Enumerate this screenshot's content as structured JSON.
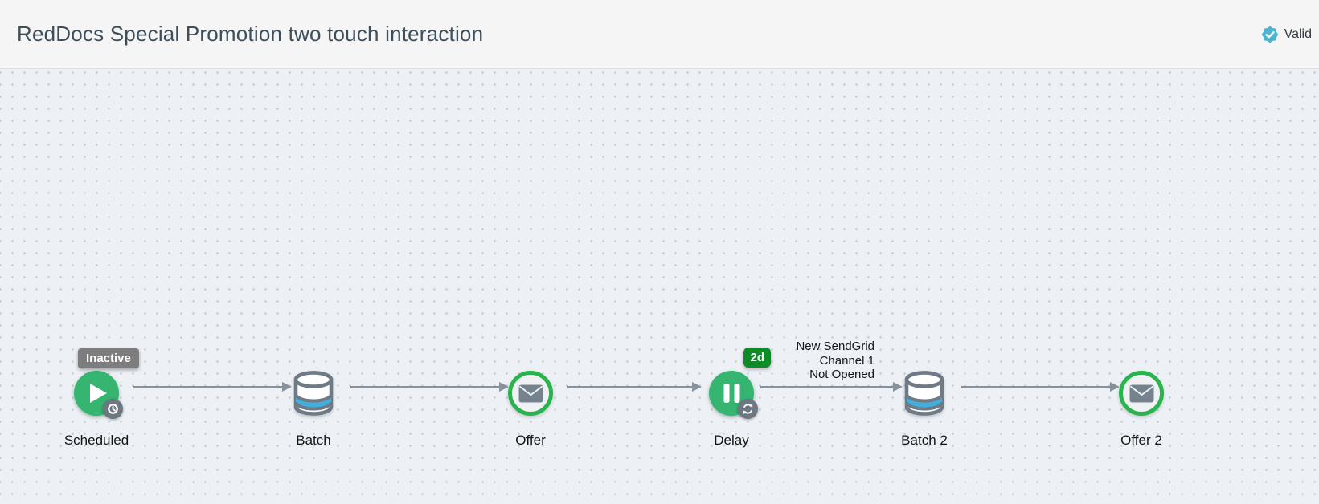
{
  "header": {
    "title": "RedDocs Special Promotion two touch interaction",
    "status": {
      "label": "Valid",
      "icon": "verified-seal-icon",
      "color": "#4fb4d2"
    }
  },
  "canvas": {
    "nodes": [
      {
        "id": "scheduled",
        "label": "Scheduled",
        "icon": "play-icon",
        "sub_icon": "clock-icon",
        "status_badge": "Inactive",
        "style": "filled-green-circle"
      },
      {
        "id": "batch",
        "label": "Batch",
        "icon": "database-icon",
        "style": "cylinder"
      },
      {
        "id": "offer",
        "label": "Offer",
        "icon": "envelope-icon",
        "style": "green-ring"
      },
      {
        "id": "delay",
        "label": "Delay",
        "icon": "pause-icon",
        "sub_icon": "refresh-icon",
        "duration_badge": "2d",
        "style": "filled-green-circle"
      },
      {
        "id": "batch2",
        "label": "Batch 2",
        "icon": "database-icon",
        "style": "cylinder"
      },
      {
        "id": "offer2",
        "label": "Offer 2",
        "icon": "envelope-icon",
        "style": "green-ring"
      }
    ],
    "edges": [
      {
        "from": "scheduled",
        "to": "batch"
      },
      {
        "from": "batch",
        "to": "offer"
      },
      {
        "from": "offer",
        "to": "delay"
      },
      {
        "from": "delay",
        "to": "batch2",
        "label_lines": [
          "New SendGrid",
          "Channel 1",
          "Not Opened"
        ]
      },
      {
        "from": "batch2",
        "to": "offer2"
      }
    ],
    "colors": {
      "node_green": "#35b570",
      "ring_green": "#29b44d",
      "icon_gray": "#6e7a85",
      "cylinder_blue": "#42aedb",
      "arrow_gray": "#87919b",
      "inactive_badge": "#7d7d7d",
      "duration_badge": "#0f8b26",
      "canvas_bg": "#edf1f5"
    }
  }
}
